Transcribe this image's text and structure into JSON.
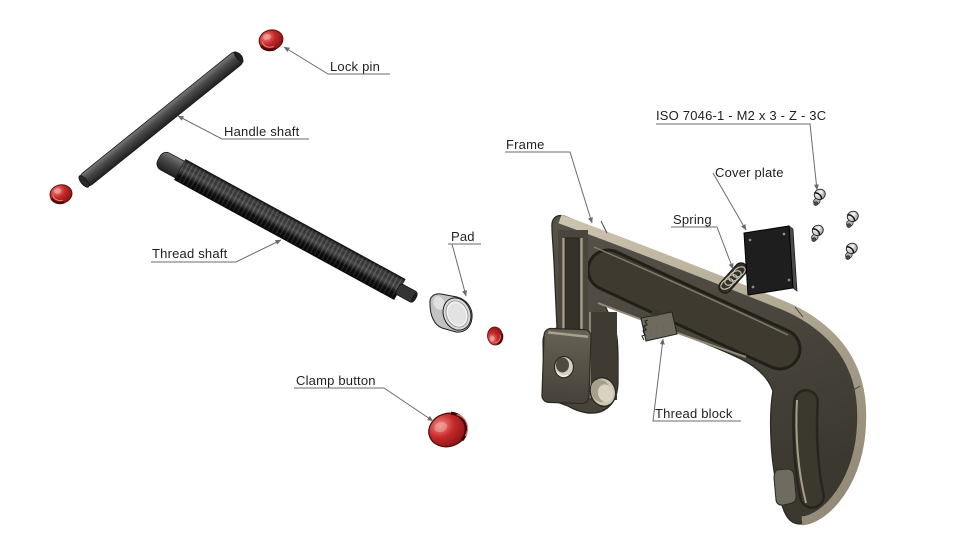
{
  "diagram": {
    "kind": "exploded-assembly-drawing",
    "labels": {
      "lock_pin": "Lock pin",
      "handle_shaft": "Handle shaft",
      "thread_shaft": "Thread shaft",
      "pad": "Pad",
      "clamp_button": "Clamp button",
      "frame": "Frame",
      "spring": "Spring",
      "cover_plate": "Cover plate",
      "thread_block": "Thread block",
      "screw_spec": "ISO 7046-1 - M2 x 3 - Z - 3C"
    },
    "colors": {
      "background": "#ffffff",
      "label_text": "#1f1f1f",
      "leader_line": "#6b6b6b",
      "part_red": "#b91f1f",
      "frame_body": "#49453b",
      "frame_highlight": "#b3aa96",
      "cover_plate_dark": "#1e1e1e",
      "metal_gray": "#c9c9c9",
      "shaft_dark": "#2e2e2e"
    }
  }
}
